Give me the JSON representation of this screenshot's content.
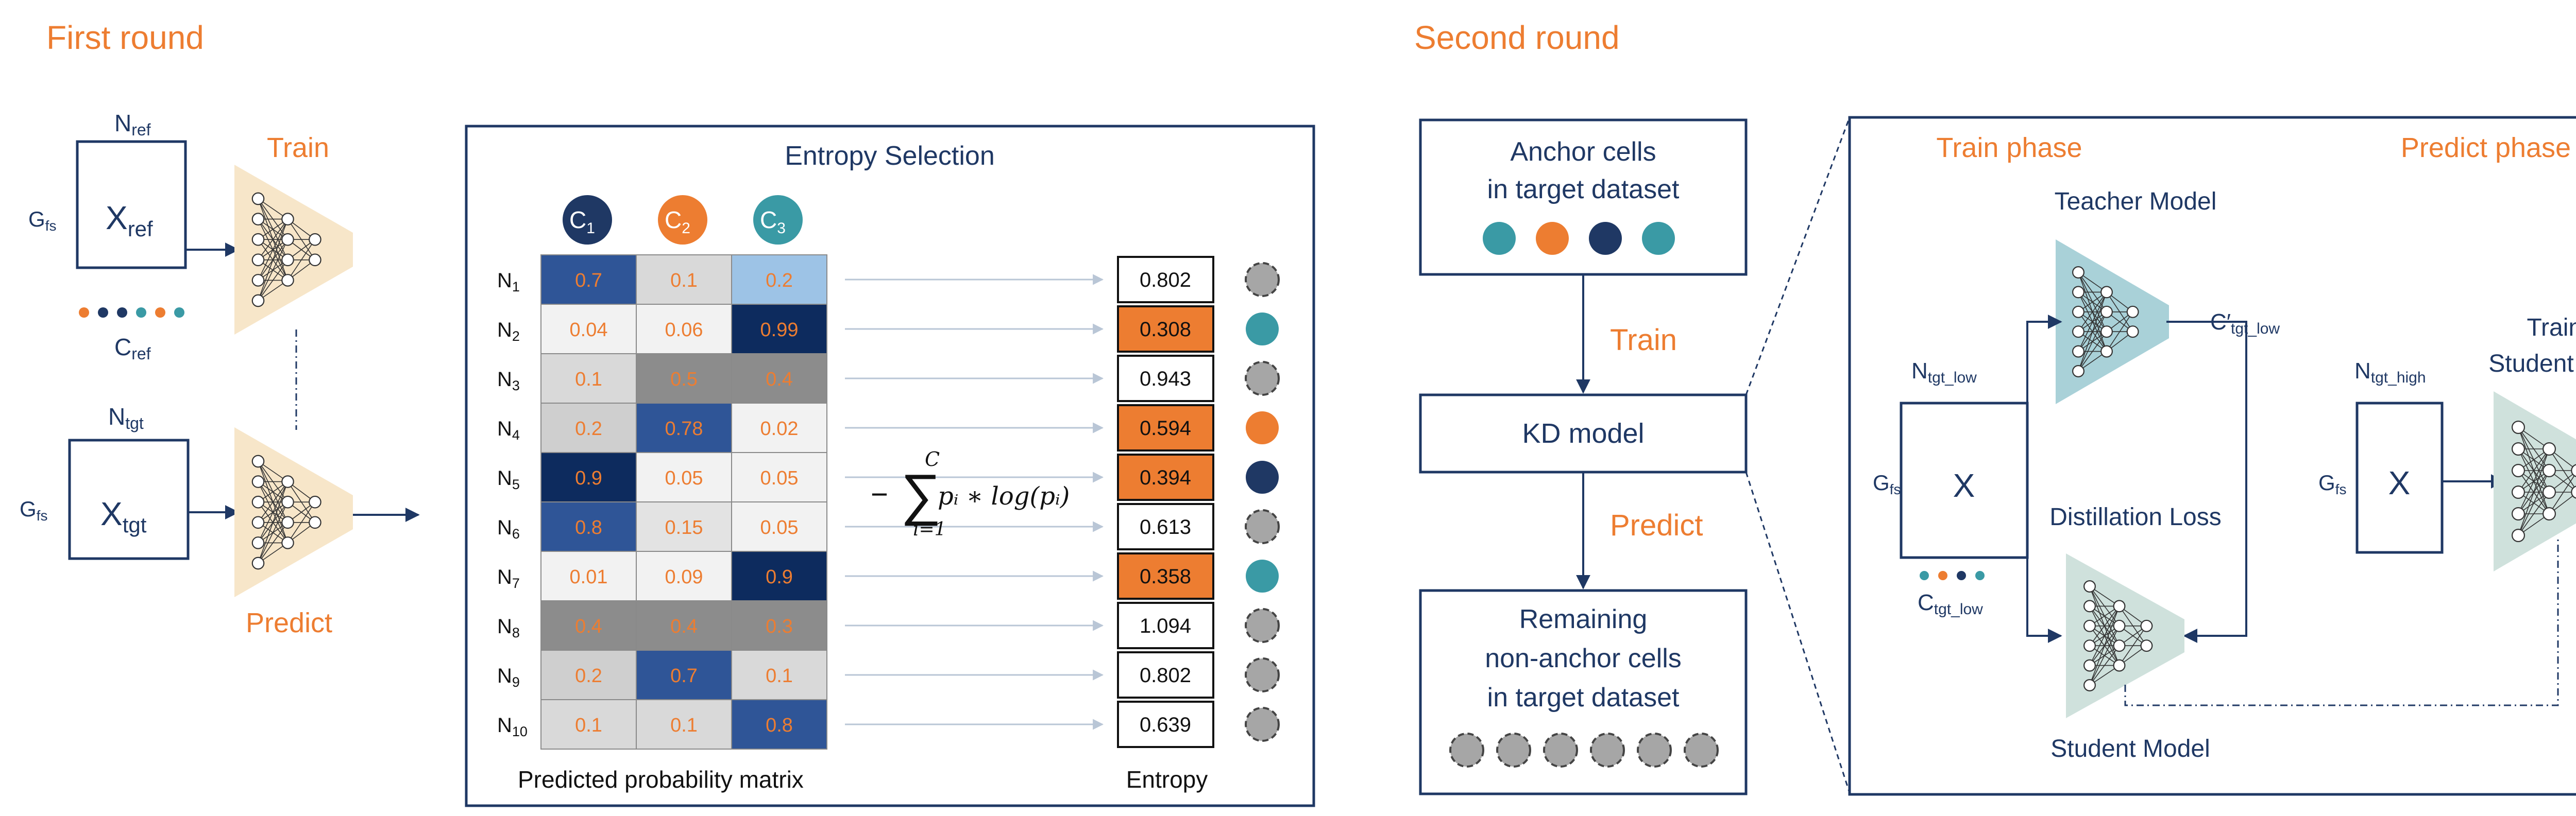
{
  "colors": {
    "navy": "#1f3864",
    "orange": "#ed7d31",
    "teal": "#3a9aa5",
    "dark_navy": "#0d2b5e",
    "gray_circle": "#a6a6a6",
    "net_peach": "#f7e6c9",
    "net_teal": "#a9d1d8",
    "net_sage": "#cfe1dc",
    "ai_blue": "#2f5597"
  },
  "first_round": {
    "title": "First round",
    "train_label": "Train",
    "predict_label": "Predict",
    "ref_box": {
      "label_main": "X",
      "label_sub": "ref"
    },
    "tgt_box": {
      "label_main": "X",
      "label_sub": "tgt"
    },
    "n_ref": {
      "main": "N",
      "sub": "ref"
    },
    "n_tgt": {
      "main": "N",
      "sub": "tgt"
    },
    "g_fs_ref": {
      "main": "G",
      "sub": "fs"
    },
    "g_fs_tgt": {
      "main": "G",
      "sub": "fs"
    },
    "c_ref": {
      "main": "C",
      "sub": "ref"
    },
    "ref_dots": [
      "#ed7d31",
      "#1f3864",
      "#1f3864",
      "#3a9aa5",
      "#ed7d31",
      "#3a9aa5"
    ]
  },
  "entropy": {
    "title": "Entropy Selection",
    "classes": [
      {
        "main": "C",
        "sub": "1",
        "color": "#1f3864"
      },
      {
        "main": "C",
        "sub": "2",
        "color": "#ed7d31"
      },
      {
        "main": "C",
        "sub": "3",
        "color": "#3a9aa5"
      }
    ],
    "rows": [
      {
        "label": "N",
        "sub": "1",
        "probs": [
          "0.7",
          "0.1",
          "0.2"
        ],
        "fills": [
          "#2f5597",
          "#d9d9d9",
          "#9dc3e6"
        ],
        "entropy": "0.802",
        "selected": false,
        "dot": "gray"
      },
      {
        "label": "N",
        "sub": "2",
        "probs": [
          "0.04",
          "0.06",
          "0.99"
        ],
        "fills": [
          "#f2f2f2",
          "#f2f2f2",
          "#0d2b5e"
        ],
        "entropy": "0.308",
        "selected": true,
        "dot": "#3a9aa5"
      },
      {
        "label": "N",
        "sub": "3",
        "probs": [
          "0.1",
          "0.5",
          "0.4"
        ],
        "fills": [
          "#d9d9d9",
          "#8c8c8c",
          "#8c8c8c"
        ],
        "entropy": "0.943",
        "selected": false,
        "dot": "gray"
      },
      {
        "label": "N",
        "sub": "4",
        "probs": [
          "0.2",
          "0.78",
          "0.02"
        ],
        "fills": [
          "#cfcfcf",
          "#2f5597",
          "#f2f2f2"
        ],
        "entropy": "0.594",
        "selected": true,
        "dot": "#ed7d31"
      },
      {
        "label": "N",
        "sub": "5",
        "probs": [
          "0.9",
          "0.05",
          "0.05"
        ],
        "fills": [
          "#0d2b5e",
          "#f2f2f2",
          "#f2f2f2"
        ],
        "entropy": "0.394",
        "selected": true,
        "dot": "#1f3864"
      },
      {
        "label": "N",
        "sub": "6",
        "probs": [
          "0.8",
          "0.15",
          "0.05"
        ],
        "fills": [
          "#2f5597",
          "#e3e3e3",
          "#f2f2f2"
        ],
        "entropy": "0.613",
        "selected": false,
        "dot": "gray"
      },
      {
        "label": "N",
        "sub": "7",
        "probs": [
          "0.01",
          "0.09",
          "0.9"
        ],
        "fills": [
          "#f2f2f2",
          "#f2f2f2",
          "#0d2b5e"
        ],
        "entropy": "0.358",
        "selected": true,
        "dot": "#3a9aa5"
      },
      {
        "label": "N",
        "sub": "8",
        "probs": [
          "0.4",
          "0.4",
          "0.3"
        ],
        "fills": [
          "#8c8c8c",
          "#8c8c8c",
          "#8c8c8c"
        ],
        "entropy": "1.094",
        "selected": false,
        "dot": "gray"
      },
      {
        "label": "N",
        "sub": "9",
        "probs": [
          "0.2",
          "0.7",
          "0.1"
        ],
        "fills": [
          "#cfcfcf",
          "#2f5597",
          "#d9d9d9"
        ],
        "entropy": "0.802",
        "selected": false,
        "dot": "gray"
      },
      {
        "label": "N",
        "sub": "10",
        "probs": [
          "0.1",
          "0.1",
          "0.8"
        ],
        "fills": [
          "#d9d9d9",
          "#d9d9d9",
          "#2f5597"
        ],
        "entropy": "0.639",
        "selected": false,
        "dot": "gray"
      }
    ],
    "matrix_caption": "Predicted probability matrix",
    "entropy_caption": "Entropy",
    "formula": {
      "sum_top": "C",
      "sum_bottom": "i=1",
      "body": "pᵢ ∗ log(pᵢ)"
    }
  },
  "second_round": {
    "title": "Second round",
    "anchor_box": {
      "line1": "Anchor cells",
      "line2": "in target dataset",
      "dots": [
        "#3a9aa5",
        "#ed7d31",
        "#1f3864",
        "#3a9aa5"
      ]
    },
    "train_label": "Train",
    "kd_box": "KD model",
    "predict_label": "Predict",
    "remaining_box": {
      "line1": "Remaining",
      "line2": "non-anchor cells",
      "line3": "in target dataset",
      "gray_count": 6
    }
  },
  "kd_detail": {
    "train_phase": "Train phase",
    "predict_phase": "Predict phase",
    "teacher_model": "Teacher Model",
    "student_model": "Student Model",
    "trained_student_line1": "Trained",
    "trained_student_line2": "Student Model",
    "distillation_loss": "Distillation Loss",
    "c_tgt_low": {
      "main": "C′",
      "sub": "tgt_low"
    },
    "c_tgt_low_bottom": {
      "main": "C",
      "sub": "tgt_low"
    },
    "n_tgt_low": {
      "main": "N",
      "sub": "tgt_low"
    },
    "n_tgt_high": {
      "main": "N",
      "sub": "tgt_high"
    },
    "g_fs_left": {
      "main": "G",
      "sub": "fs"
    },
    "g_fs_right": {
      "main": "G",
      "sub": "fs"
    },
    "x_low": "X",
    "x_high": "X",
    "low_dots": [
      "#3a9aa5",
      "#ed7d31",
      "#1f3864",
      "#3a9aa5"
    ],
    "output_dots": [
      "#1f3864",
      "#3a9aa5",
      "#1f3864",
      "#ed7d31",
      "#ed7d31",
      "#3a9aa5"
    ]
  }
}
